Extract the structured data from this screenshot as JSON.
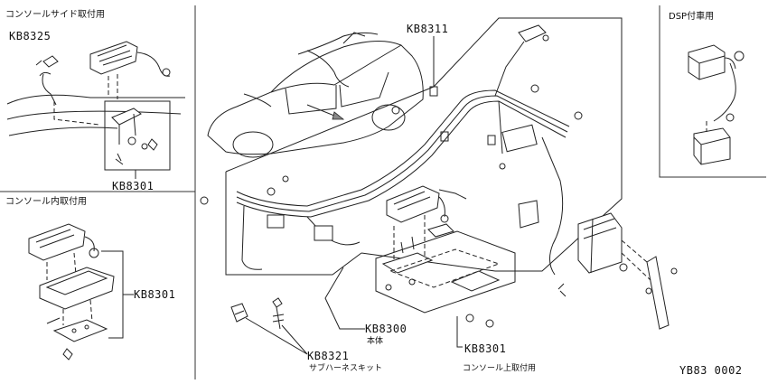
{
  "panels": {
    "console_side": {
      "title": "コンソールサイド取付用",
      "codes": [
        "KB8325",
        "KB8301"
      ]
    },
    "console_inner": {
      "title": "コンソール内取付用",
      "codes": [
        "KB8301"
      ]
    },
    "dsp": {
      "title": "DSP付車用"
    }
  },
  "main": {
    "callouts": [
      {
        "code": "KB8311",
        "caption": ""
      },
      {
        "code": "KB8300",
        "caption": "本体"
      },
      {
        "code": "KB8321",
        "caption": "サブハーネスキット"
      },
      {
        "code": "KB8301",
        "caption": "コンソール上取付用"
      }
    ]
  },
  "footer": {
    "figure_id": "YB83 0002"
  }
}
